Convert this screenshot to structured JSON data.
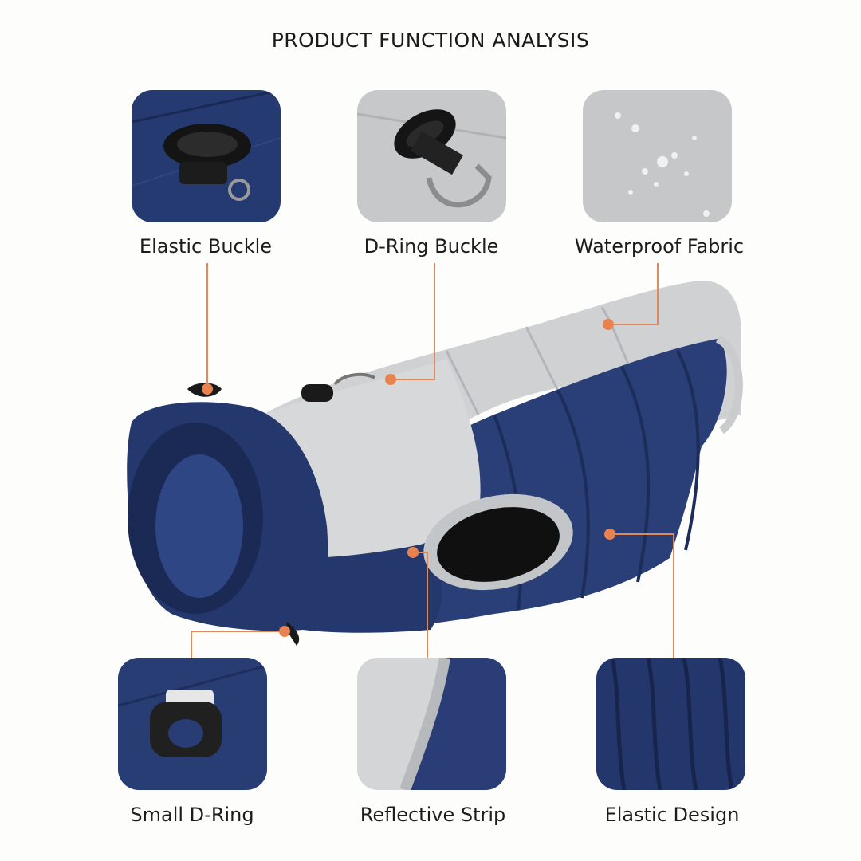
{
  "title": "PRODUCT FUNCTION ANALYSIS",
  "features": {
    "elastic_buckle": "Elastic Buckle",
    "d_ring_buckle": "D-Ring Buckle",
    "waterproof_fabric": "Waterproof Fabric",
    "small_d_ring": "Small D-Ring",
    "reflective_strip": "Reflective Strip",
    "elastic_design": "Elastic Design"
  },
  "colors": {
    "navy": "#233a73",
    "light_gray": "#c9cbcd",
    "accent_orange": "#e8834f",
    "background": "#fdfdfc"
  }
}
